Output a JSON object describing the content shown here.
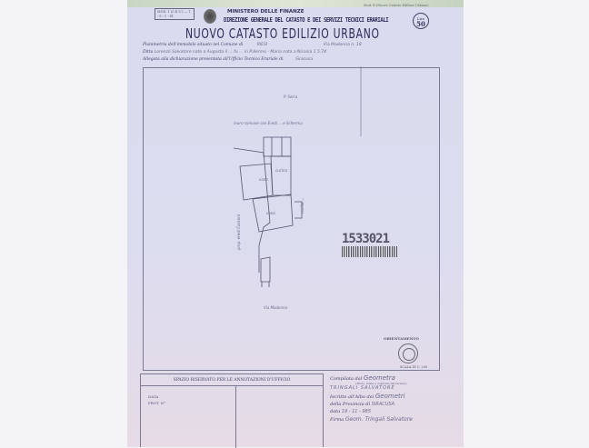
{
  "header": {
    "stamp": "MOD. 1 (C.E.U.) — 1 - 5 - 1 - 81",
    "top_right_note": "Mod. B (Nuovo Catasto Edilizio Urbano)",
    "ministry": "MINISTERO DELLE FINANZE",
    "direction": "DIREZIONE GENERALE DEL CATASTO E DEI SERVIZI TECNICI ERARIALI",
    "title": "NUOVO CATASTO EDILIZIO URBANO",
    "fee_label": "Lire",
    "fee_value": "50"
  },
  "form_lines": [
    {
      "label": "Planimetria dell'immobile situato nel Comune di",
      "value": "RIESI",
      "extra": "Via Madonna n. 18"
    },
    {
      "label": "Ditta",
      "value": "Lorenzo Salvatore nato a Augusta il ... fu ... in Palermo - Maria nata a Nicosia 1.5.74",
      "extra": ""
    },
    {
      "label": "Allegata alla dichiarazione presentata all'Ufficio Tecnico Erariale di",
      "value": "Siracusa",
      "extra": ""
    }
  ],
  "plan": {
    "label_north": "P. Serra",
    "label_boundary": "muro comune con Eredi ... e Scherma",
    "label_left": "prop. eredi Cassarà",
    "label_right": "cortile ...",
    "label_street": "Via Madonna",
    "room_1": "vano",
    "room_2": "vano",
    "room_3": "cucina"
  },
  "barcode": "1533021",
  "orientation": {
    "label": "ORIENTAMENTO",
    "scale": "SCALA DI 1: 200"
  },
  "office_box": {
    "header": "SPAZIO RISERVATO PER LE ANNOTAZIONI D'UFFICIO",
    "data_label": "DATA",
    "prot_label": "PROT. N°"
  },
  "compiler": {
    "compiled_label": "Compilata dal",
    "compiled_value": "Geometra",
    "compiled_hint": "(Titolo, nome e cognome del tecnico)",
    "name": "TRINGALI SALVATORE",
    "albo_label": "Iscritto all'Albo dei",
    "albo_value": "Geometri",
    "province_label": "della Provincia di",
    "province_value": "SIRACUSA",
    "date_label": "data",
    "date_value": "19 - 11 - 985",
    "signature_label": "Firma"
  }
}
